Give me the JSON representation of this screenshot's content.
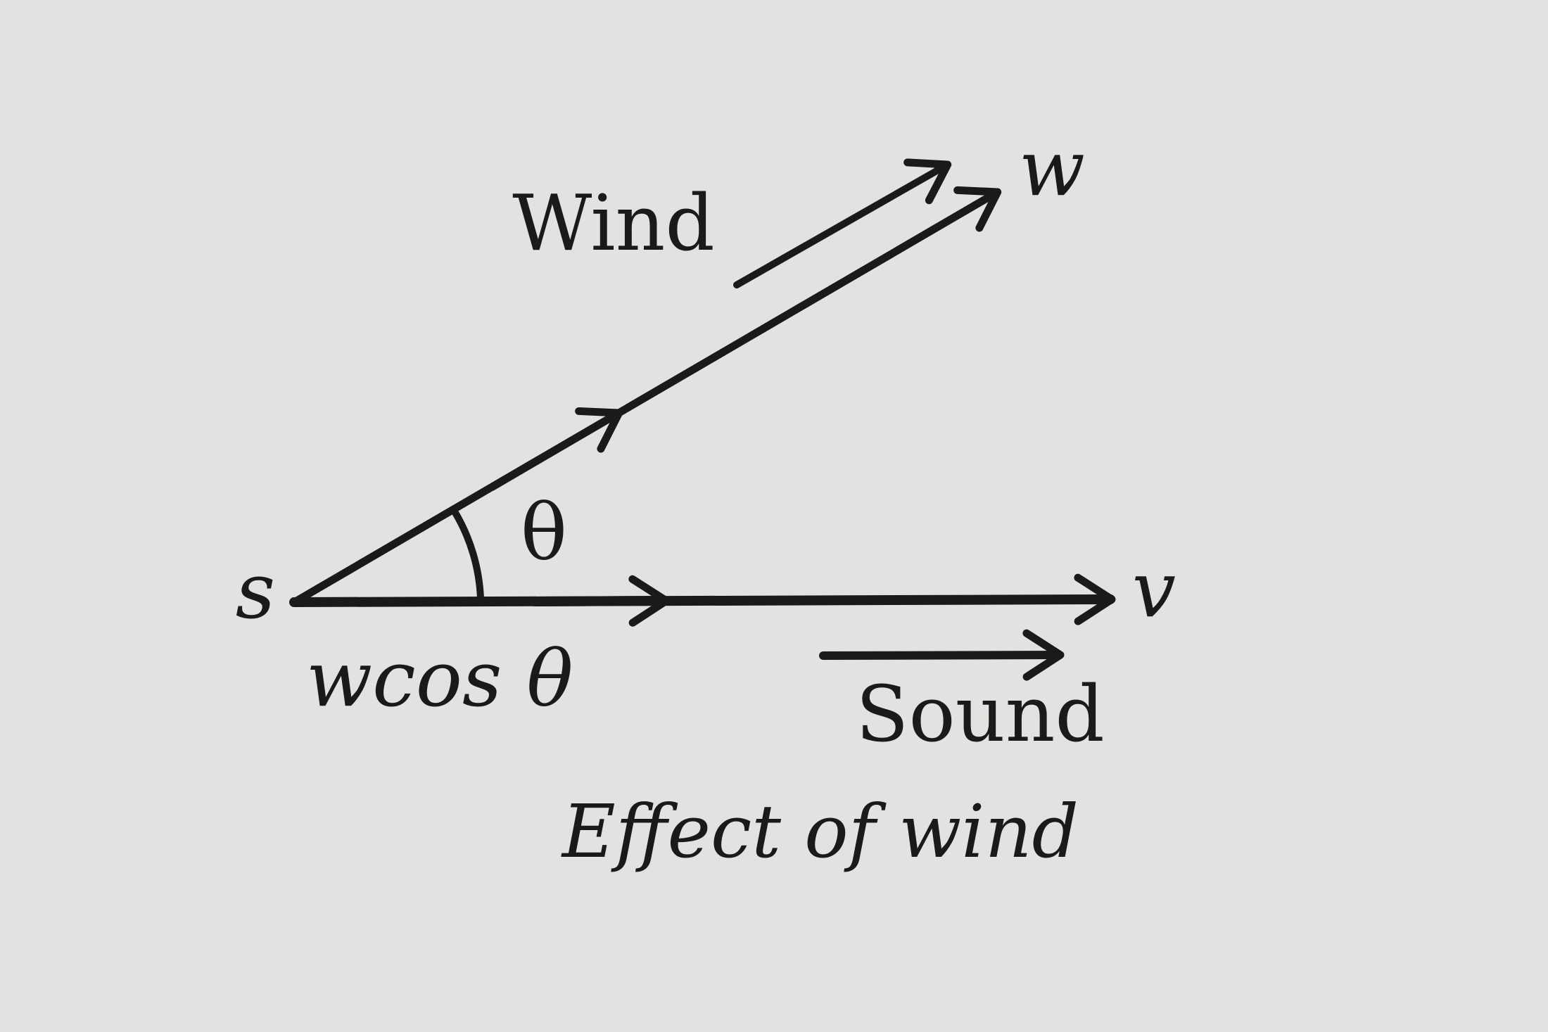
{
  "figure": {
    "caption": "Effect of wind",
    "labels": {
      "wind": "Wind",
      "wind_vector": "w",
      "source": "s",
      "sound_speed": "v",
      "angle": "θ",
      "wind_component": "wcos θ",
      "sound": "Sound"
    },
    "colors": {
      "background": "#f3f2f0",
      "ink": "#1d1c1a"
    }
  }
}
